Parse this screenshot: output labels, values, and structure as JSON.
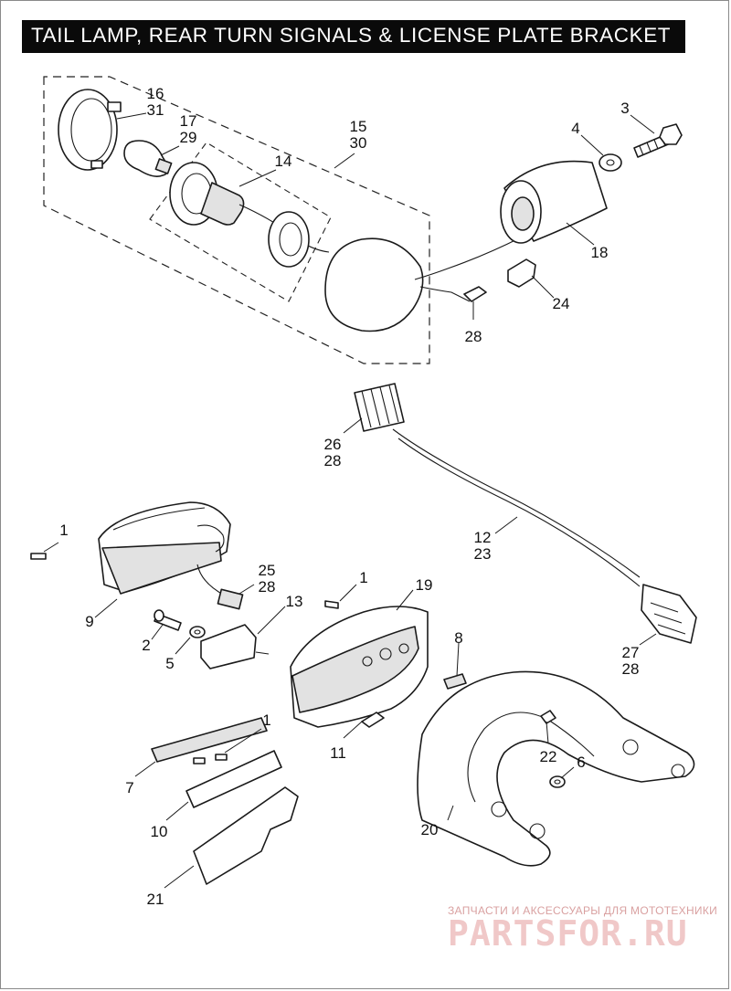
{
  "title": "TAIL LAMP, REAR TURN SIGNALS & LICENSE PLATE BRACKET",
  "callouts": {
    "c16_31": [
      "16",
      "31"
    ],
    "c17_29": [
      "17",
      "29"
    ],
    "c14": [
      "14"
    ],
    "c15_30": [
      "15",
      "30"
    ],
    "c3": [
      "3"
    ],
    "c4": [
      "4"
    ],
    "c18": [
      "18"
    ],
    "c24": [
      "24"
    ],
    "c28a": [
      "28"
    ],
    "c26_28": [
      "26",
      "28"
    ],
    "c12_23": [
      "12",
      "23"
    ],
    "c27_28": [
      "27",
      "28"
    ],
    "c1a": [
      "1"
    ],
    "c9": [
      "9"
    ],
    "c25_28": [
      "25",
      "28"
    ],
    "c13": [
      "13"
    ],
    "c2": [
      "2"
    ],
    "c5": [
      "5"
    ],
    "c1b": [
      "1"
    ],
    "c19": [
      "19"
    ],
    "c8": [
      "8"
    ],
    "c11": [
      "11"
    ],
    "c22": [
      "22"
    ],
    "c6": [
      "6"
    ],
    "c1c": [
      "1"
    ],
    "c7": [
      "7"
    ],
    "c10": [
      "10"
    ],
    "c20": [
      "20"
    ],
    "c21": [
      "21"
    ]
  },
  "watermark": {
    "line1": "ЗАПЧАСТИ И АКСЕССУАРЫ ДЛЯ МОТОТЕХНИКИ",
    "line2": "PARTSFOR.RU"
  }
}
